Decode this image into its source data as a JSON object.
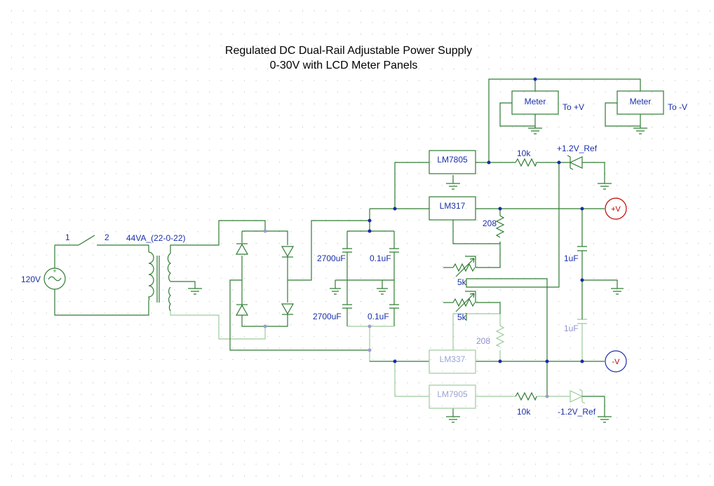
{
  "title": {
    "line1": "Regulated DC Dual-Rail Adjustable Power Supply",
    "line2": "0-30V with LCD Meter Panels"
  },
  "source": {
    "label": "120V"
  },
  "switch": {
    "pin1": "1",
    "pin2": "2"
  },
  "transformer": {
    "label": "44VA_(22-0-22)"
  },
  "capacitors": {
    "c_pos_bulk": "2700uF",
    "c_pos_dec": "0.1uF",
    "c_neg_bulk": "2700uF",
    "c_neg_dec": "0.1uF",
    "c_out_pos": "1uF",
    "c_out_neg": "1uF"
  },
  "regulators": {
    "pos_fixed": "LM7805",
    "pos_adj": "LM317",
    "neg_adj": "LM337",
    "neg_fixed": "LM7905"
  },
  "resistors": {
    "r_pos_ref": "10k",
    "r_neg_ref": "10k",
    "r_pos_set": "208",
    "r_neg_set": "208",
    "pot_pos": "5k",
    "pot_neg": "5k"
  },
  "references": {
    "pos": "+1.2V_Ref",
    "neg": "-1.2V_Ref"
  },
  "meters": {
    "meter1": {
      "label": "Meter",
      "target": "To +V"
    },
    "meter2": {
      "label": "Meter",
      "target": "To -V"
    }
  },
  "probes": {
    "pos": "+V",
    "neg": "-V"
  },
  "colors": {
    "wire": "#2f7d32",
    "wire_light": "#9ccb9c",
    "label": "#1a2fa8",
    "probe": "#c00000"
  }
}
